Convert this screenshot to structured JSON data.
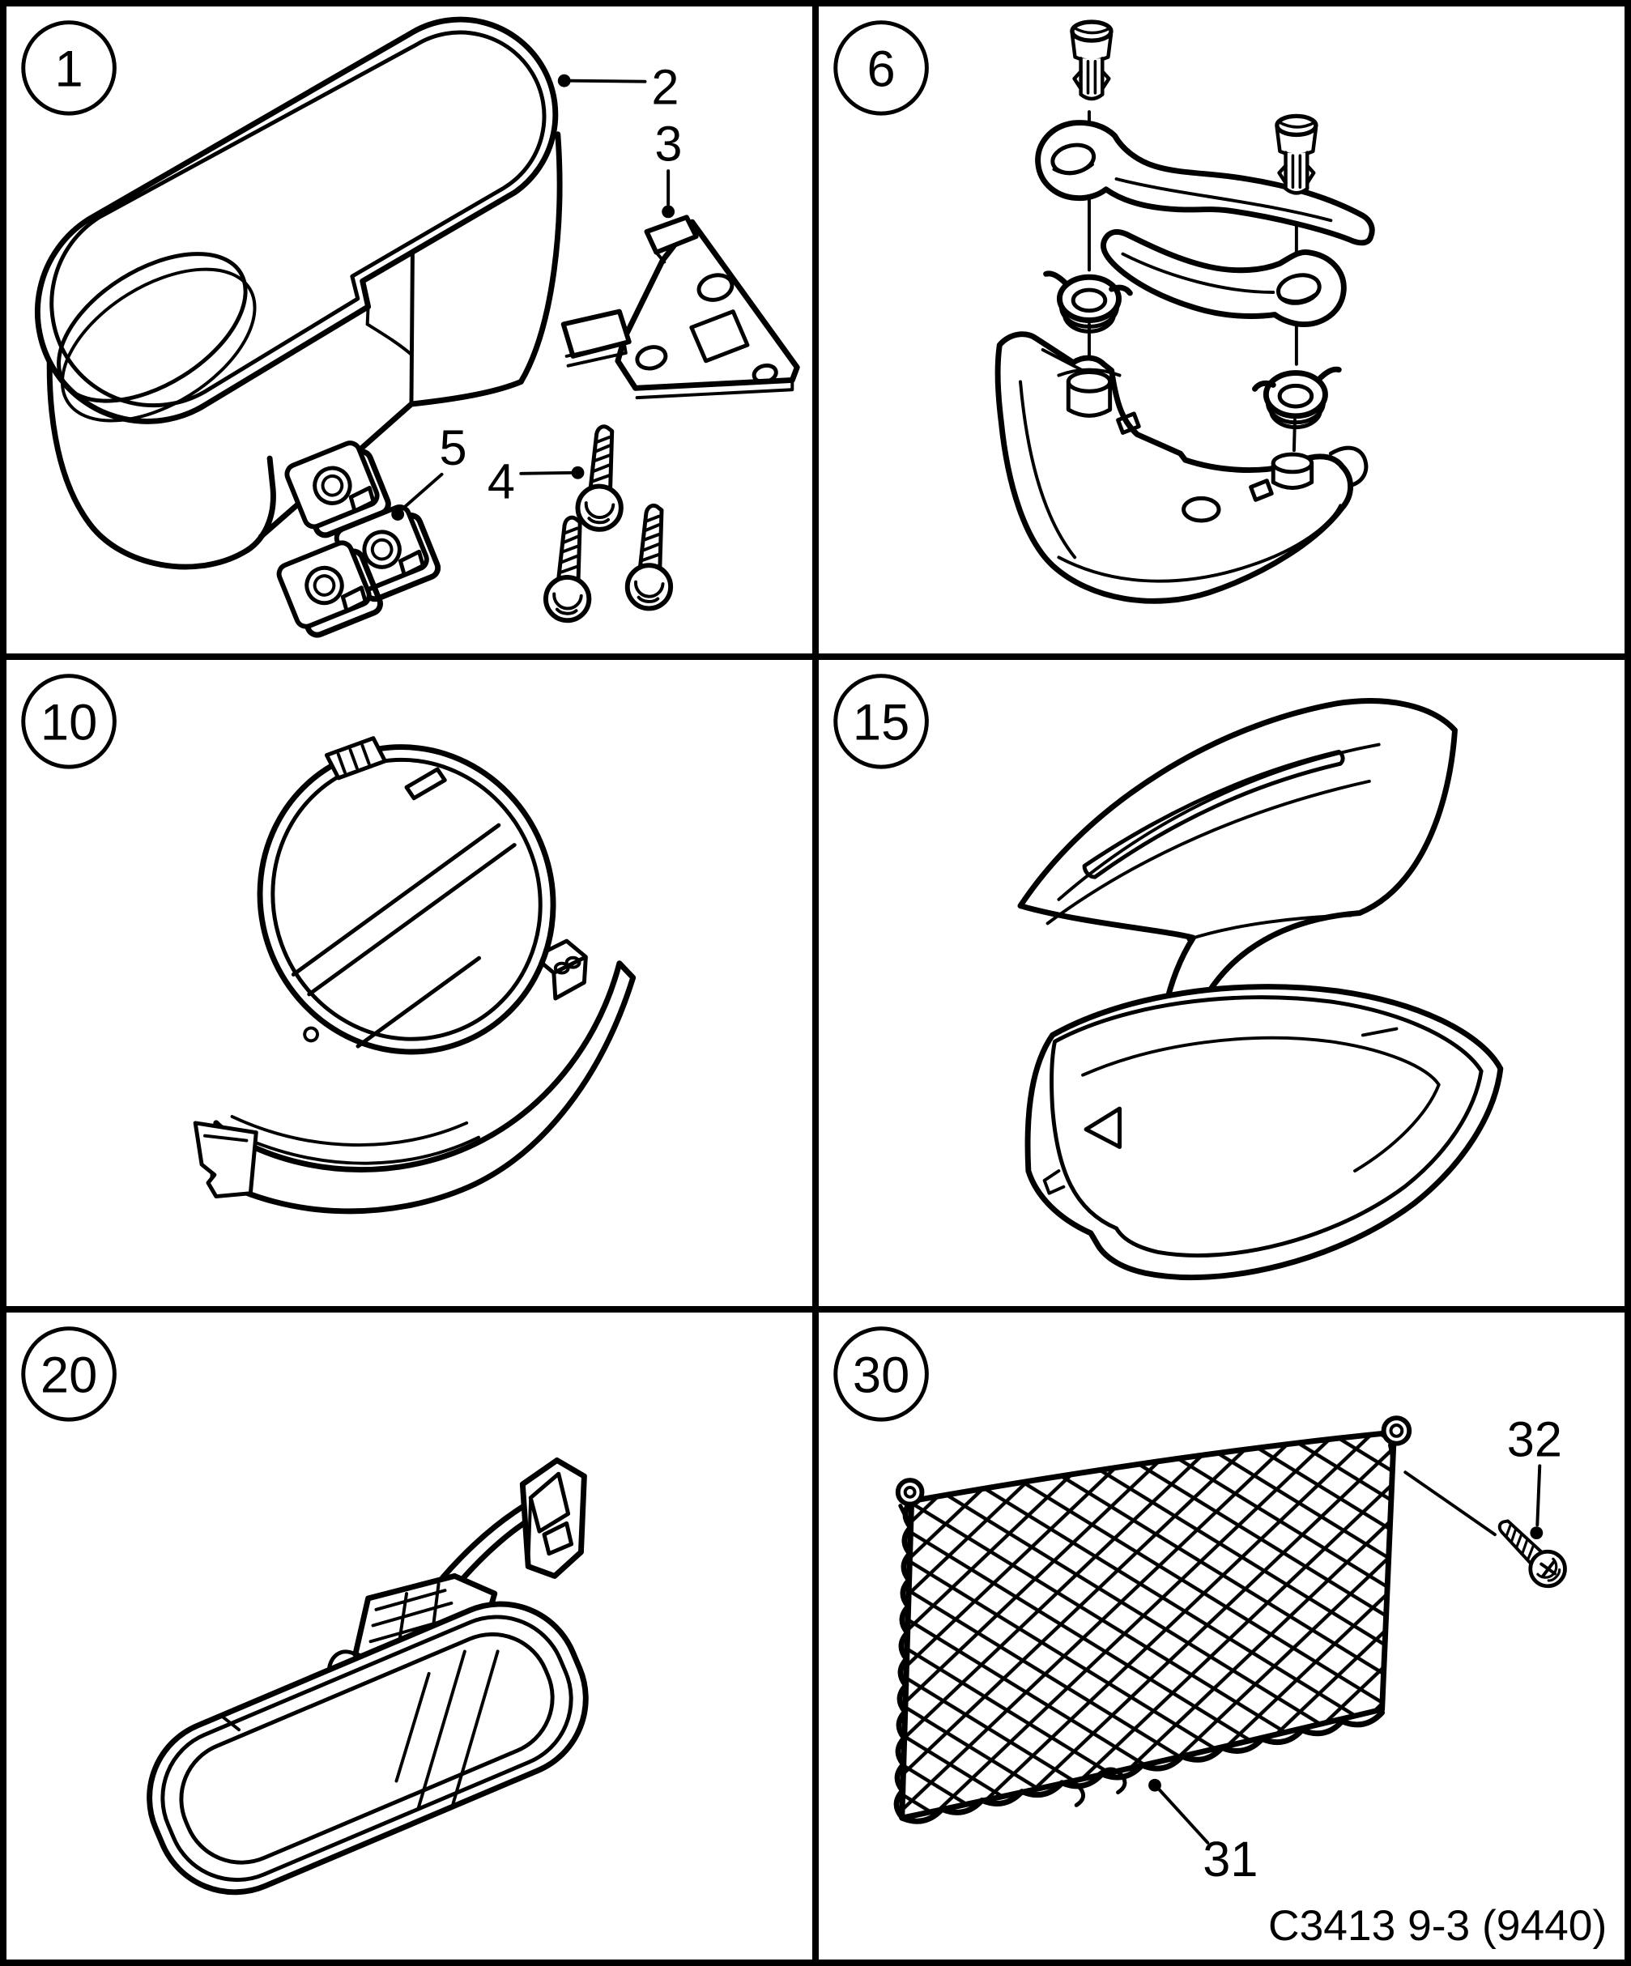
{
  "colors": {
    "ink": "#000000",
    "paper": "#ffffff"
  },
  "caption": "C3413 9-3 (9440)",
  "panels": [
    {
      "badge": "1",
      "callouts": [
        {
          "label": "2"
        },
        {
          "label": "3"
        },
        {
          "label": "4"
        },
        {
          "label": "5"
        }
      ]
    },
    {
      "badge": "6",
      "callouts": []
    },
    {
      "badge": "10",
      "callouts": []
    },
    {
      "badge": "15",
      "callouts": []
    },
    {
      "badge": "20",
      "callouts": []
    },
    {
      "badge": "30",
      "callouts": [
        {
          "label": "31"
        },
        {
          "label": "32"
        }
      ]
    }
  ]
}
